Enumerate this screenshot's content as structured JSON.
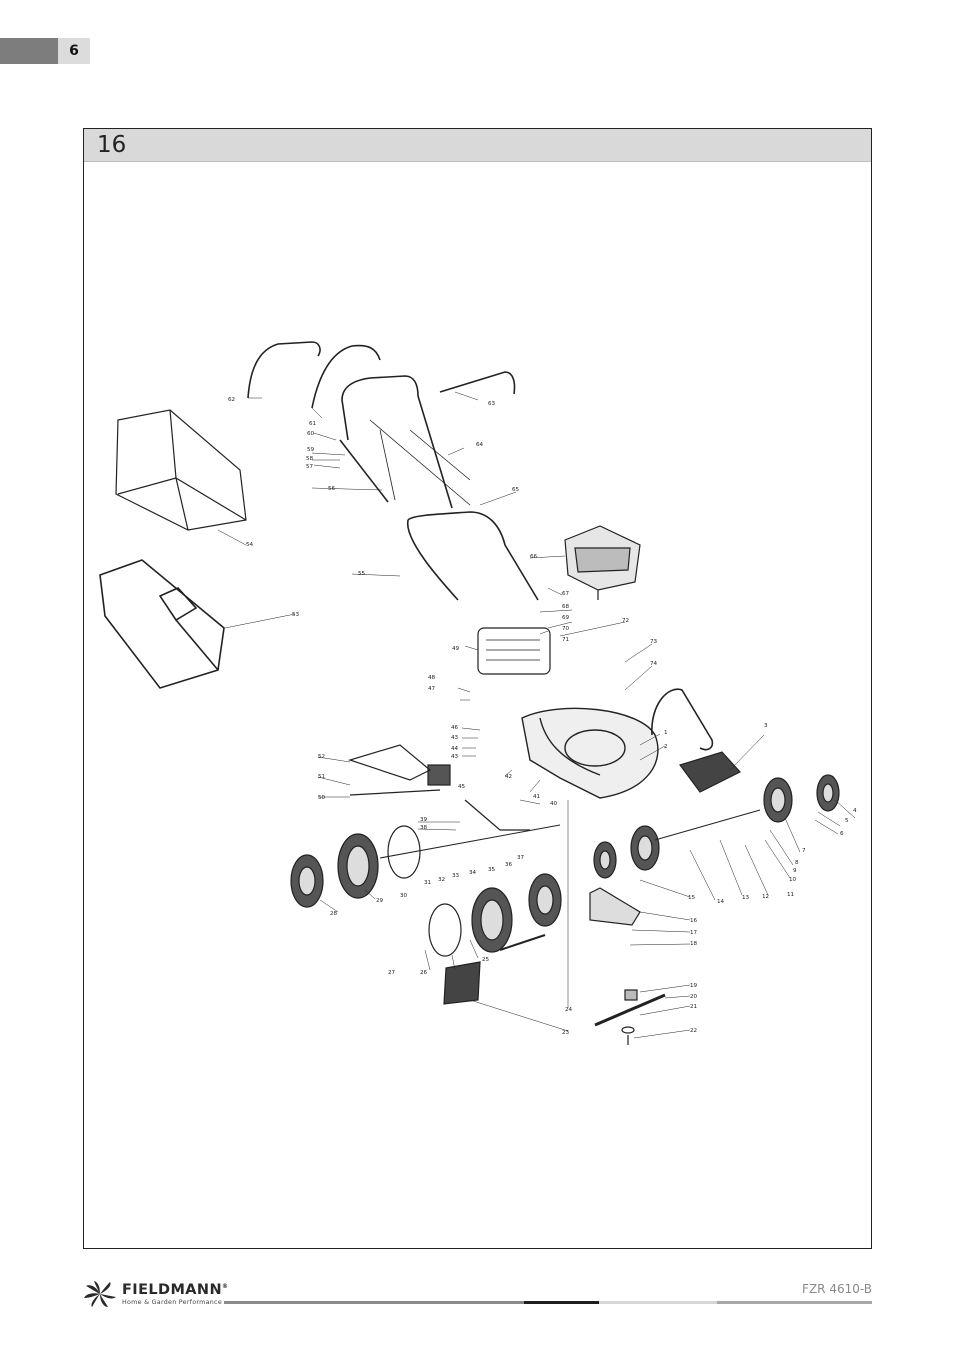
{
  "header": {
    "page_number": "6"
  },
  "figure": {
    "number": "16",
    "part_labels": {
      "p1": "1",
      "p2": "2",
      "p3": "3",
      "p4": "4",
      "p5": "5",
      "p6": "6",
      "p7": "7",
      "p8": "8",
      "p9": "9",
      "p10": "10",
      "p11": "11",
      "p12": "12",
      "p13": "13",
      "p14": "14",
      "p15": "15",
      "p16": "16",
      "p17": "17",
      "p18": "18",
      "p19": "19",
      "p20": "20",
      "p21": "21",
      "p22": "22",
      "p23": "23",
      "p24": "24",
      "p25": "25",
      "p26": "26",
      "p27": "27",
      "p28": "28",
      "p29": "29",
      "p30": "30",
      "p31": "31",
      "p32": "32",
      "p33": "33",
      "p34": "34",
      "p35": "35",
      "p36": "36",
      "p37": "37",
      "p38": "38",
      "p39": "39",
      "p40": "40",
      "p41": "41",
      "p42": "42",
      "p43": "43",
      "p43b": "43",
      "p44": "44",
      "p45": "45",
      "p46": "46",
      "p47": "47",
      "p48": "48",
      "p49": "49",
      "p50": "50",
      "p51": "51",
      "p52": "52",
      "p53": "53",
      "p54": "54",
      "p55": "55",
      "p56": "56",
      "p57": "57",
      "p58": "58",
      "p59": "59",
      "p60": "60",
      "p61": "61",
      "p62": "62",
      "p63": "63",
      "p64": "64",
      "p65": "65",
      "p66": "66",
      "p67": "67",
      "p68": "68",
      "p69": "69",
      "p70": "70",
      "p71": "71",
      "p72": "72",
      "p73": "73",
      "p74": "74"
    }
  },
  "footer": {
    "brand": "FIELDMANN",
    "trademark": "®",
    "tagline": "Home & Garden Performance",
    "model": "FZR 4610-B"
  },
  "colors": {
    "header_gray": "#7d7d7d",
    "figure_header_bg": "#d9d9d9",
    "footer_line_dark": "#1f1f1f",
    "footer_line_light": "#c8c8c8"
  }
}
